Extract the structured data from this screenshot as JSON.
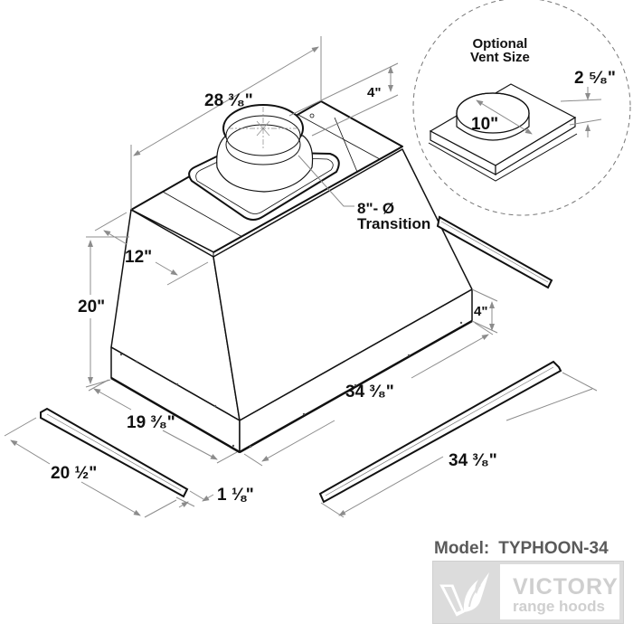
{
  "diagram": {
    "title": "Range hood insert dimension drawing",
    "dimensions": {
      "top_length": "28 ³⁄₈\"",
      "transition_height": "4\"",
      "depth_top": "12\"",
      "height": "20\"",
      "base_depth": "19 ³⁄₈\"",
      "base_width": "34 ³⁄₈\"",
      "base_band_height": "4\"",
      "side_rail_length": "20 ½\"",
      "rail_width": "1 ⅛\"",
      "front_rail_length": "34 ³⁄₈\""
    },
    "callouts": {
      "transition": "8\"- Ø\nTransition",
      "transition_line1": "8\"- Ø",
      "transition_line2": "Transition"
    },
    "optional_vent": {
      "title_line1": "Optional",
      "title_line2": "Vent Size",
      "diameter": "10\"",
      "collar_height": "2 ⁵⁄₈\""
    }
  },
  "model": {
    "label": "Model:",
    "value": "TYPHOON-34"
  },
  "brand": {
    "name": "VICTORY",
    "tagline": "range hoods"
  },
  "colors": {
    "line": "#111111",
    "dimension_line": "#8c8c8c",
    "logo_gray": "#d0d0d0",
    "model_text": "#5a5a5a"
  }
}
